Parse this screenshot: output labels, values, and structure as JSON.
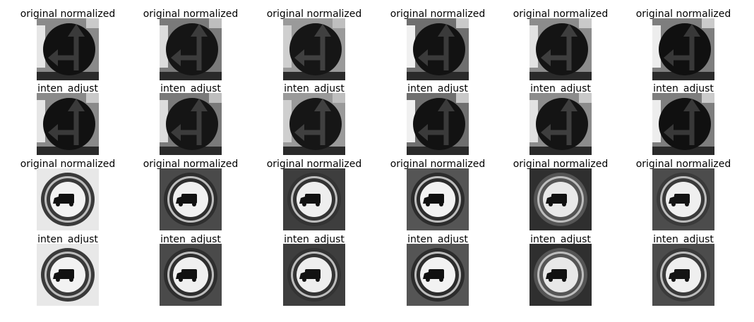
{
  "rows": [
    {
      "label": "original normalized",
      "sign": "go-straight-or-left",
      "tiles": [
        {
          "bg": "#8a8a8a",
          "disk": "#111111",
          "arrow": "#3a3a3a",
          "accent": "#e6e6e6"
        },
        {
          "bg": "#7a7a7a",
          "disk": "#151515",
          "arrow": "#3c3c3c",
          "accent": "#dcdcdc"
        },
        {
          "bg": "#9a9a9a",
          "disk": "#161616",
          "arrow": "#404040",
          "accent": "#cfcfcf"
        },
        {
          "bg": "#6f6f6f",
          "disk": "#121212",
          "arrow": "#3a3a3a",
          "accent": "#f0f0f0"
        },
        {
          "bg": "#8c8c8c",
          "disk": "#141414",
          "arrow": "#3e3e3e",
          "accent": "#e2e2e2"
        },
        {
          "bg": "#7e7e7e",
          "disk": "#101010",
          "arrow": "#383838",
          "accent": "#ededed"
        }
      ]
    },
    {
      "label": "inten_adjust",
      "sign": "go-straight-or-left",
      "tiles": [
        {
          "bg": "#8a8a8a",
          "disk": "#111111",
          "arrow": "#3a3a3a",
          "accent": "#e6e6e6"
        },
        {
          "bg": "#7a7a7a",
          "disk": "#151515",
          "arrow": "#3c3c3c",
          "accent": "#dcdcdc"
        },
        {
          "bg": "#9a9a9a",
          "disk": "#161616",
          "arrow": "#404040",
          "accent": "#cfcfcf"
        },
        {
          "bg": "#6f6f6f",
          "disk": "#121212",
          "arrow": "#3a3a3a",
          "accent": "#f0f0f0"
        },
        {
          "bg": "#8c8c8c",
          "disk": "#141414",
          "arrow": "#3e3e3e",
          "accent": "#e2e2e2"
        },
        {
          "bg": "#7e7e7e",
          "disk": "#101010",
          "arrow": "#383838",
          "accent": "#ededed"
        }
      ]
    },
    {
      "label": "original normalized",
      "sign": "no-trucks",
      "tiles": [
        {
          "bg": "#e8e8e8",
          "disk": "#f2f2f2",
          "ring": "#3a3a3a",
          "truck": "#111111"
        },
        {
          "bg": "#4a4a4a",
          "disk": "#f0f0f0",
          "ring": "#2e2e2e",
          "truck": "#111111"
        },
        {
          "bg": "#3e3e3e",
          "disk": "#eeeeee",
          "ring": "#333333",
          "truck": "#121212"
        },
        {
          "bg": "#555555",
          "disk": "#f2f2f2",
          "ring": "#2c2c2c",
          "truck": "#101010"
        },
        {
          "bg": "#2f2f2f",
          "disk": "#e8e8e8",
          "ring": "#555555",
          "truck": "#111111"
        },
        {
          "bg": "#4c4c4c",
          "disk": "#efefef",
          "ring": "#3a3a3a",
          "truck": "#141414"
        }
      ]
    },
    {
      "label": "inten_adjust",
      "sign": "no-trucks",
      "tiles": [
        {
          "bg": "#e8e8e8",
          "disk": "#f2f2f2",
          "ring": "#3a3a3a",
          "truck": "#111111"
        },
        {
          "bg": "#4a4a4a",
          "disk": "#f0f0f0",
          "ring": "#2e2e2e",
          "truck": "#111111"
        },
        {
          "bg": "#3e3e3e",
          "disk": "#eeeeee",
          "ring": "#333333",
          "truck": "#121212"
        },
        {
          "bg": "#555555",
          "disk": "#f2f2f2",
          "ring": "#2c2c2c",
          "truck": "#101010"
        },
        {
          "bg": "#2f2f2f",
          "disk": "#e8e8e8",
          "ring": "#555555",
          "truck": "#111111"
        },
        {
          "bg": "#4c4c4c",
          "disk": "#efefef",
          "ring": "#3a3a3a",
          "truck": "#141414"
        }
      ]
    }
  ]
}
